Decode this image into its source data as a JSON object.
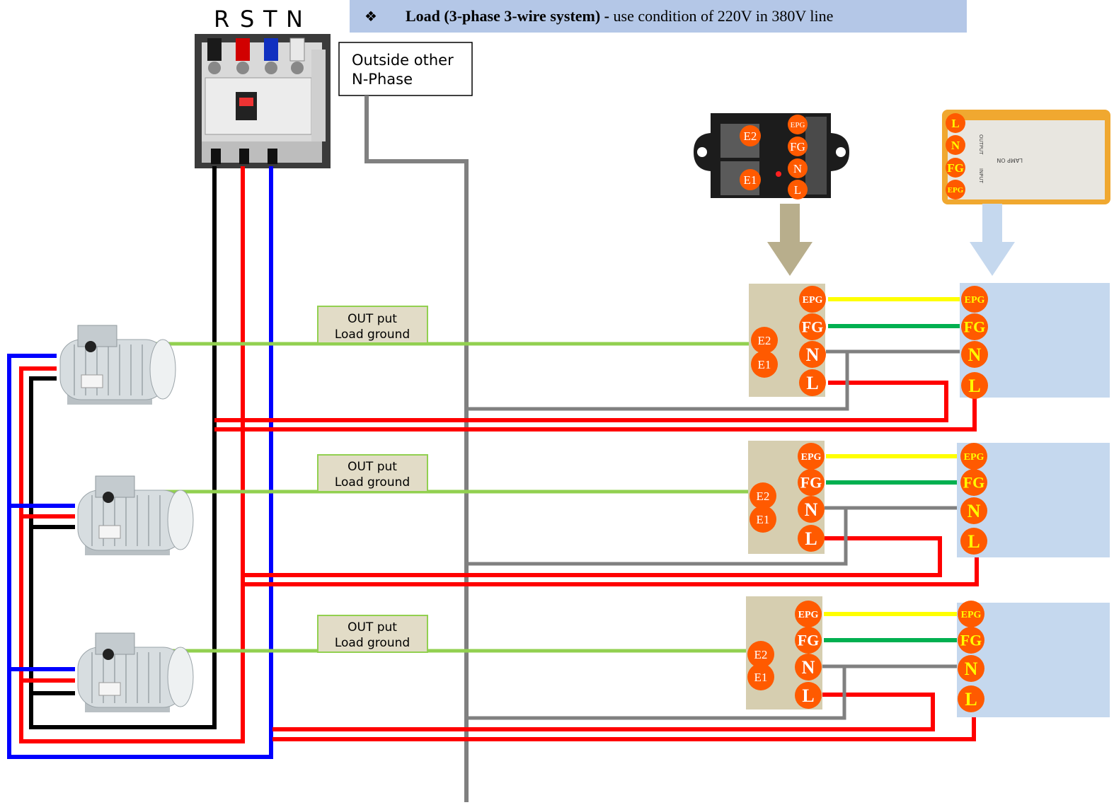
{
  "phases": [
    "R",
    "S",
    "T",
    "N"
  ],
  "header": {
    "bullet": "❖",
    "bold": "Load (3-phase 3-wire system) -",
    "rest": " use condition of 220V in 380V line"
  },
  "neutral_box": {
    "line1": "Outside other",
    "line2": "N-Phase"
  },
  "ground_label": {
    "line1": "OUT put",
    "line2": "Load ground"
  },
  "module_terminals": [
    "EPG",
    "FG",
    "N",
    "L"
  ],
  "module_ground_terminals": [
    "E2",
    "E1"
  ],
  "photo_device_terminals": {
    "right": [
      "EPG",
      "FG",
      "N",
      "L"
    ],
    "left": [
      "E2",
      "E1"
    ]
  },
  "photo_lamp_terminals": [
    "L",
    "N",
    "FG",
    "EPG"
  ],
  "photo_lamp_text": [
    "LAMP ON",
    "OUTPUT",
    "INPUT"
  ],
  "colors": {
    "phase_R": "#000000",
    "phase_S": "#ff0000",
    "phase_T": "#0000ff",
    "neutral": "#808080",
    "load_ground": "#92d050",
    "epg": "#ffff00",
    "fg": "#00b050",
    "terminal": "#ff5a00",
    "device_box": "#d6ceb0",
    "lamp_box": "#c5d8ee",
    "header_bg": "#b4c7e7",
    "label_bg": "#e2dcc7",
    "label_border": "#92d050"
  }
}
